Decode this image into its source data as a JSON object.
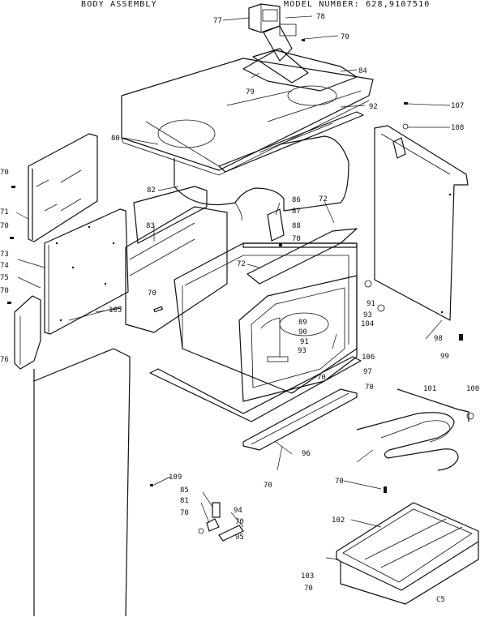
{
  "header": {
    "title": "BODY ASSEMBLY",
    "model_text": "MODEL NUMBER: 628,9107510"
  },
  "callouts": {
    "c77": "77",
    "c78": "78",
    "c70a": "70",
    "c84": "84",
    "c79": "79",
    "c92": "92",
    "c107": "107",
    "c108": "108",
    "c80": "80",
    "c70b": "70",
    "c71": "71",
    "c70c": "70",
    "c73": "73",
    "c74": "74",
    "c75": "75",
    "c70d": "70",
    "c76": "76",
    "c82": "82",
    "c83": "83",
    "c86": "86",
    "c72a": "72",
    "c87": "87",
    "c88": "88",
    "c70e": "70",
    "c72b": "72",
    "c70f": "70",
    "c105": "105",
    "c89": "89",
    "c90": "90",
    "c91a": "91",
    "c93a": "93",
    "c91b": "91",
    "c93b": "93",
    "c104": "104",
    "c98": "98",
    "c99": "99",
    "c106": "106",
    "c97": "97",
    "c70g": "70",
    "c70h": "70",
    "c101": "101",
    "c100": "100",
    "c96": "96",
    "c70i": "70",
    "c70j": "70",
    "c109": "109",
    "c85": "85",
    "c81": "81",
    "c94": "94",
    "c70k": "70",
    "c70l": "70",
    "c95": "95",
    "c102": "102",
    "c103": "103",
    "c70m": "70",
    "c5": "C5"
  }
}
